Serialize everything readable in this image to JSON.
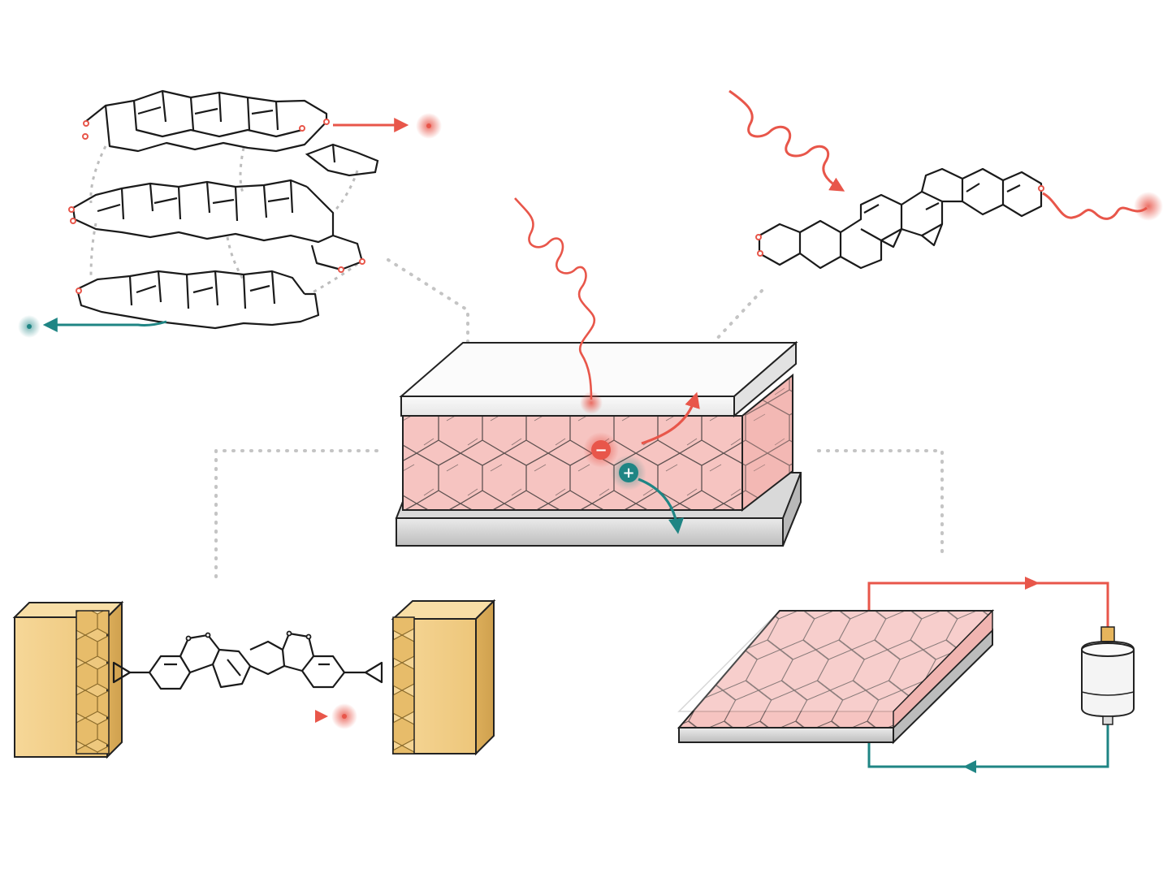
{
  "figure": {
    "charges": {
      "negative": "−",
      "positive": "+"
    },
    "colors": {
      "electron": "#e8564a",
      "hole": "#1f8584",
      "film": "#f6c4c1",
      "electrode_top": "#f1f1f1",
      "electrode_bottom": "#cfcfcf",
      "metal_contact": "#f0cd86",
      "bond": "#1a1a1a",
      "connector": "#c4c4c4"
    },
    "panels": [
      {
        "id": "pi-stacked-polymer-sheets",
        "icon": "stacked-aromatic-sheets"
      },
      {
        "id": "conjugated-oligomer-absorption",
        "icon": "ladder-oligomer"
      },
      {
        "id": "single-molecule-junction",
        "icon": "molecule-between-gold-electrodes"
      },
      {
        "id": "thin-film-circuit",
        "icon": "film-with-external-circuit"
      }
    ],
    "center_device": {
      "icon": "sandwich-photovoltaic-device"
    }
  }
}
